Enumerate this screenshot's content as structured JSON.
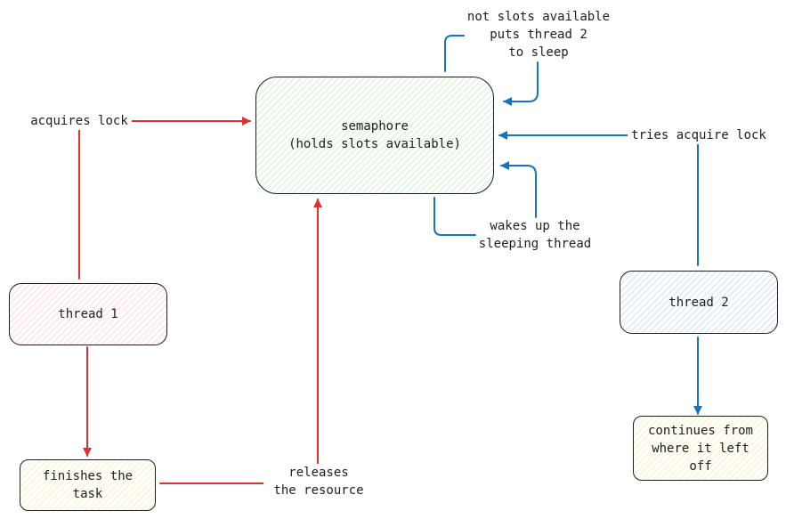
{
  "nodes": {
    "semaphore": "semaphore\n(holds slots available)",
    "thread1": "thread 1",
    "thread2": "thread 2",
    "finishes": "finishes the\ntask",
    "continues": "continues from\nwhere it left\noff"
  },
  "edge_labels": {
    "acquires_lock": "acquires lock",
    "tries_acquire": "tries acquire lock",
    "not_slots": "not slots available\nputs thread 2\nto sleep",
    "wakes_up": "wakes up the\nsleeping thread",
    "releases": "releases\nthe resource"
  },
  "colors": {
    "red_arrow": "#e03131",
    "blue_arrow": "#1971c2",
    "stroke": "#1e1e1e"
  }
}
